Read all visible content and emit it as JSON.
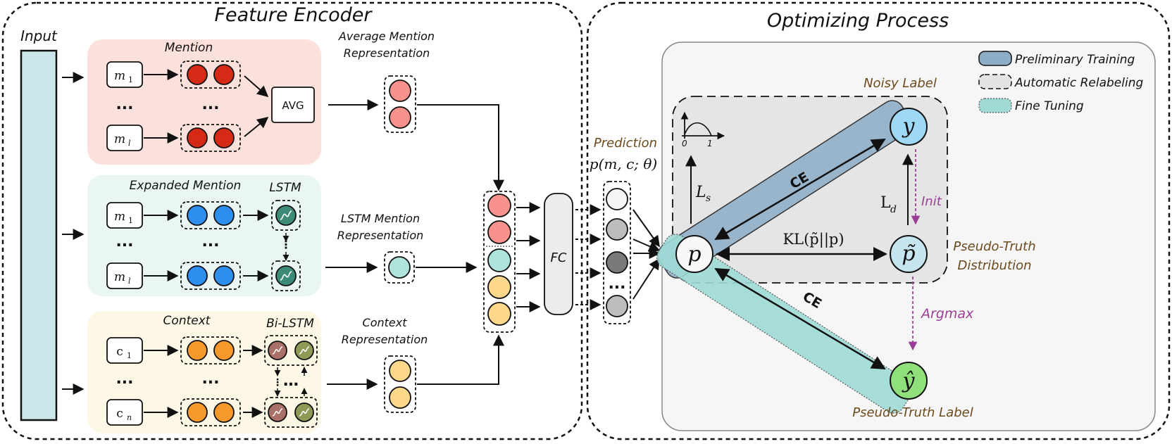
{
  "panels": {
    "left_title": "Feature Encoder",
    "right_title": "Optimizing Process"
  },
  "encoder": {
    "input_label": "Input",
    "mention": {
      "title": "Mention",
      "token_first": "m",
      "token_first_sub": "1",
      "token_last": "m",
      "token_last_sub": "l",
      "ellipsis": "...",
      "avg_label": "AVG",
      "out_label_line1": "Average Mention",
      "out_label_line2": "Representation"
    },
    "expanded": {
      "title": "Expanded Mention",
      "lstm_label": "LSTM",
      "token_first": "m",
      "token_first_sub": "1",
      "token_last": "m",
      "token_last_sub": "l",
      "ellipsis": "...",
      "out_label_line1": "LSTM Mention",
      "out_label_line2": "Representation"
    },
    "context": {
      "title": "Context",
      "bilstm_label": "Bi-LSTM",
      "token_first": "c",
      "token_first_sub": "1",
      "token_last": "c",
      "token_last_sub": "n",
      "ellipsis": "...",
      "out_label_line1": "Context",
      "out_label_line2": "Representation"
    },
    "fc_label": "FC",
    "prediction_label": "Prediction",
    "prediction_formula": "p(m, c; θ)"
  },
  "optimizing": {
    "legend": {
      "preliminary": "Preliminary Training",
      "relabeling": "Automatic Relabeling",
      "finetuning": "Fine Tuning"
    },
    "noisy_label": "Noisy Label",
    "pseudo_truth_dist_line1": "Pseudo-Truth",
    "pseudo_truth_dist_line2": "Distribution",
    "pseudo_truth_label": "Pseudo-Truth Label",
    "node_p": "p",
    "node_y": "y",
    "node_ptilde": "p̃",
    "node_yhat": "ŷ",
    "ce_upper": "CE",
    "ce_lower": "CE",
    "kl_label": "KL(p̃||p)",
    "ls_main": "L",
    "ls_sub": "s",
    "ld_main": "L",
    "ld_sub": "d",
    "init_label": "Init",
    "argmax_label": "Argmax",
    "axis_zero": "0",
    "axis_one": "1"
  },
  "colors": {
    "mention_bg": "#fbe0dc",
    "expanded_bg": "#e9f6f4",
    "context_bg": "#fdf7e6",
    "red_node": "#d42a16",
    "blue_node": "#2e8ef0",
    "orange_node": "#f59a2a",
    "lstm_node": "#3d8a78",
    "bilstm_a": "#a87066",
    "bilstm_b": "#8e9a56",
    "pink_node": "#f7928c",
    "cyan_node": "#aee4dc",
    "yellow_node": "#fdd78a",
    "preliminary_band": "#8eaec8",
    "finetune_band": "#9fdad6",
    "y_node": "#9ed8f5",
    "yhat_node": "#8fe07a",
    "ptilde_node": "#c7e5ee"
  }
}
